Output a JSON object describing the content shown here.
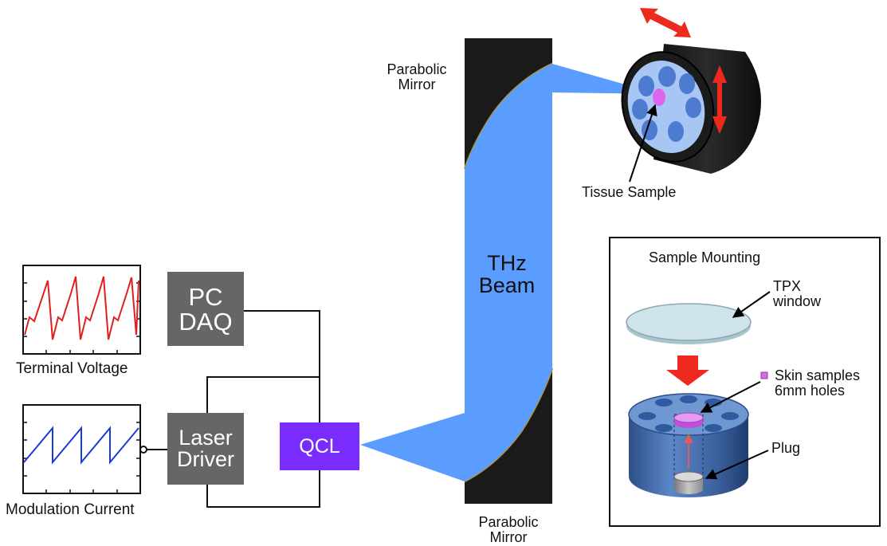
{
  "figure": {
    "blocks": {
      "pc_daq": "PC\nDAQ",
      "laser_driver": "Laser\nDriver",
      "qcl": "QCL"
    },
    "labels": {
      "terminal_voltage": "Terminal Voltage",
      "modulation_current": "Modulation Current",
      "thz_beam": "THz\nBeam",
      "parabolic_mirror_top": "Parabolic\nMirror",
      "parabolic_mirror_bottom": "Parabolic\nMirror",
      "tissue_sample": "Tissue Sample"
    },
    "inset": {
      "title": "Sample Mounting",
      "tpx_window": "TPX\nwindow",
      "skin_samples": "Skin samples\n6mm holes",
      "plug": "Plug"
    }
  },
  "colors": {
    "block_gray": "#666666",
    "qcl_purple": "#7a2cff",
    "beam_blue": "#5b9cff",
    "mirror_black": "#1a1a1a",
    "voltage_trace": "#e02020",
    "current_trace": "#1a3ad8",
    "arrow_red": "#ee2a1e",
    "sample_magenta": "#dd66ee"
  }
}
